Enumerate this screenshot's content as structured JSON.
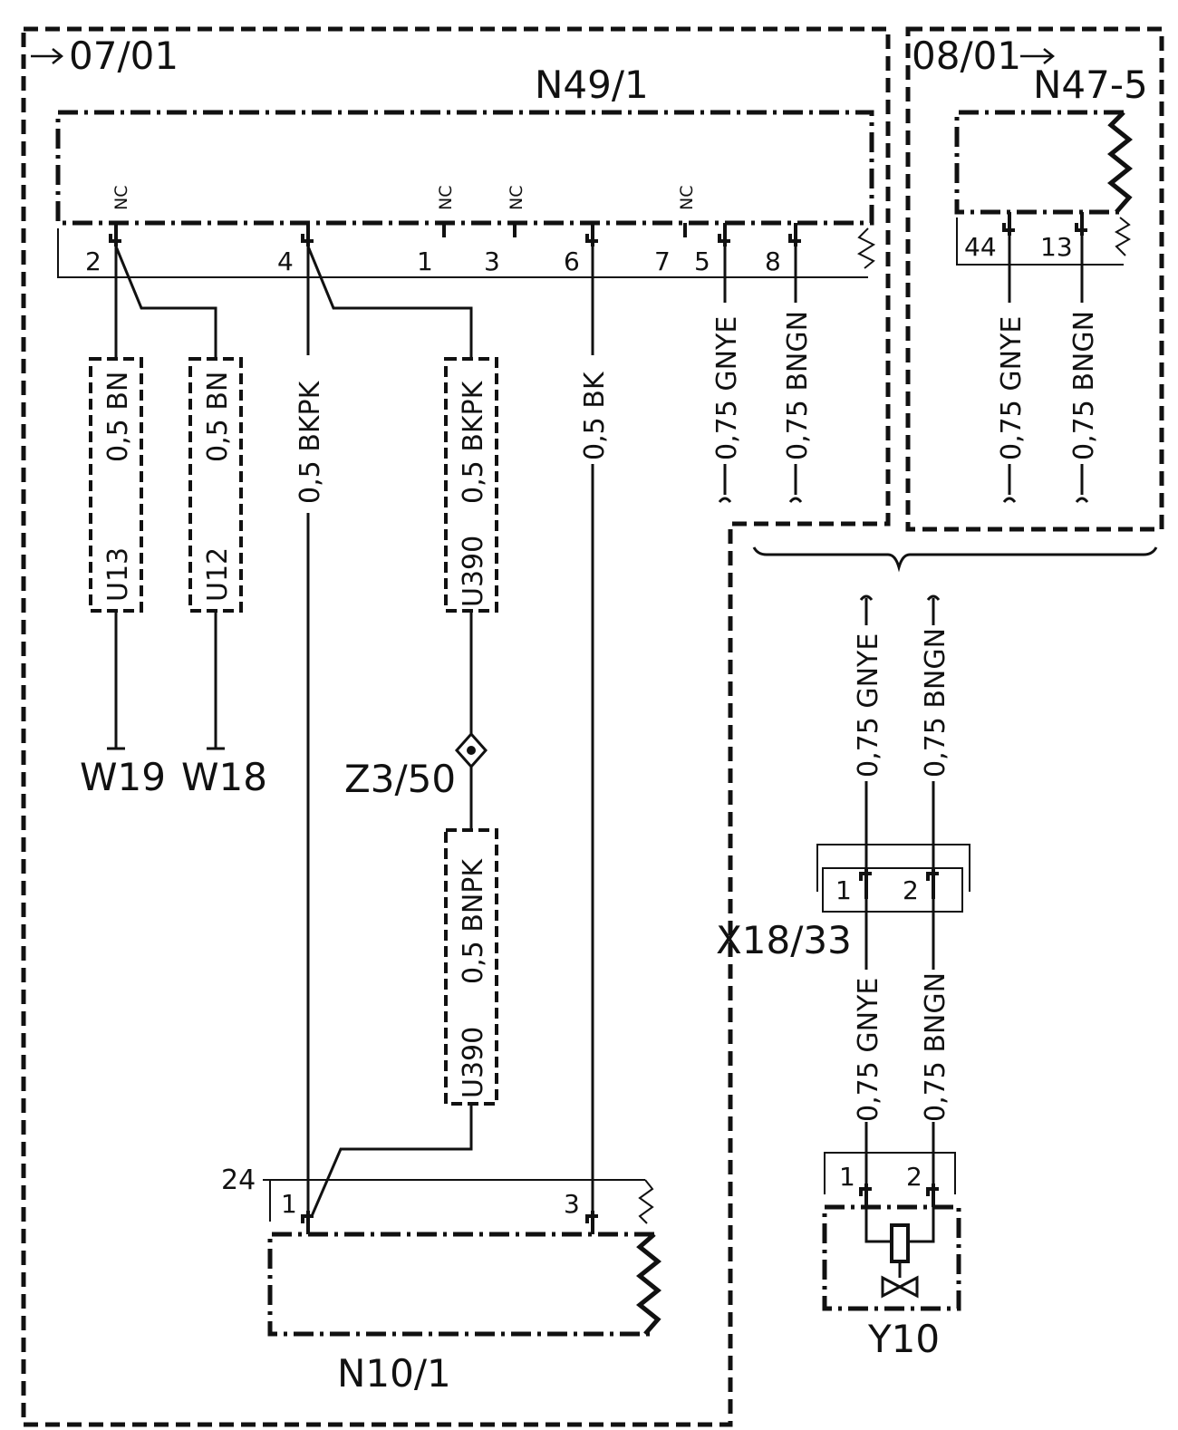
{
  "frames": {
    "left_ref": "07/01",
    "right_ref": "08/01"
  },
  "components": {
    "n49_1": "N49/1",
    "n47_5": "N47-5",
    "n10_1": "N10/1",
    "x18_33": "X18/33",
    "y10": "Y10",
    "z3_50": "Z3/50",
    "w19": "W19",
    "w18": "W18"
  },
  "n49_pins": [
    "2",
    "4",
    "1",
    "3",
    "6",
    "7",
    "5",
    "8"
  ],
  "nc_label": "NC",
  "n47_pins": [
    "44",
    "13"
  ],
  "n10_connector": "24",
  "n10_pins": [
    "1",
    "3"
  ],
  "x18_pins": [
    "1",
    "2"
  ],
  "y10_pins": [
    "1",
    "2"
  ],
  "wires": {
    "bn_1": "0,5 BN",
    "bn_2": "0,5 BN",
    "bkpk_1": "0,5 BKPK",
    "bkpk_2": "0,5 BKPK",
    "bk": "0,5 BK",
    "gnye": "0,75 GNYE",
    "bngn": "0,75 BNGN",
    "bnpk": "0,5 BNPK"
  },
  "harness": {
    "u13": "U13",
    "u12": "U12",
    "u390": "U390"
  }
}
